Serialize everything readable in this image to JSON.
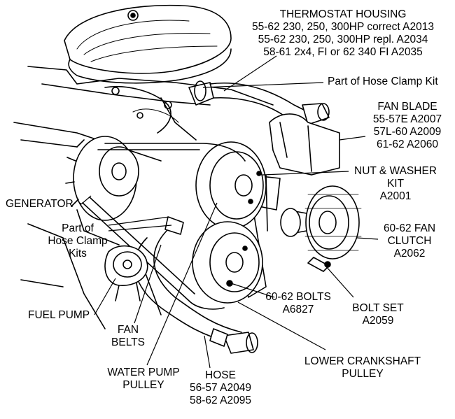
{
  "labels": {
    "thermostat": {
      "title": "THERMOSTAT HOUSING",
      "lines": [
        "55-62  230, 250, 300HP correct  A2013",
        "55-62  230, 250, 300HP repl.  A2034",
        "58-61  2x4, FI or 62 340 FI  A2035"
      ]
    },
    "clamp_kit_top": "Part of Hose Clamp Kit",
    "fan_blade": {
      "title": "FAN BLADE",
      "lines": [
        "55-57E  A2007",
        "57L-60  A2009",
        "61-62  A2060"
      ]
    },
    "nut_washer": {
      "lines": [
        "NUT & WASHER",
        "KIT",
        "A2001"
      ]
    },
    "generator": "GENERATOR",
    "clamp_kits_left": {
      "lines": [
        "Part of",
        "Hose Clamp",
        "Kits"
      ]
    },
    "fan_clutch": {
      "lines": [
        "60-62 FAN",
        "CLUTCH",
        "A2062"
      ]
    },
    "bolts": {
      "lines": [
        "60-62 BOLTS",
        "A6827"
      ]
    },
    "bolt_set": {
      "lines": [
        "BOLT SET",
        "A2059"
      ]
    },
    "fuel_pump": "FUEL PUMP",
    "fan_belts": {
      "lines": [
        "FAN",
        "BELTS"
      ]
    },
    "crank_pulley": {
      "lines": [
        "LOWER CRANKSHAFT",
        "PULLEY"
      ]
    },
    "water_pump_pulley": {
      "lines": [
        "WATER PUMP",
        "PULLEY"
      ]
    },
    "hose": {
      "lines": [
        "HOSE",
        "56-57  A2049",
        "58-62  A2095"
      ]
    }
  },
  "colors": {
    "ink": "#000000",
    "paper": "#ffffff"
  }
}
